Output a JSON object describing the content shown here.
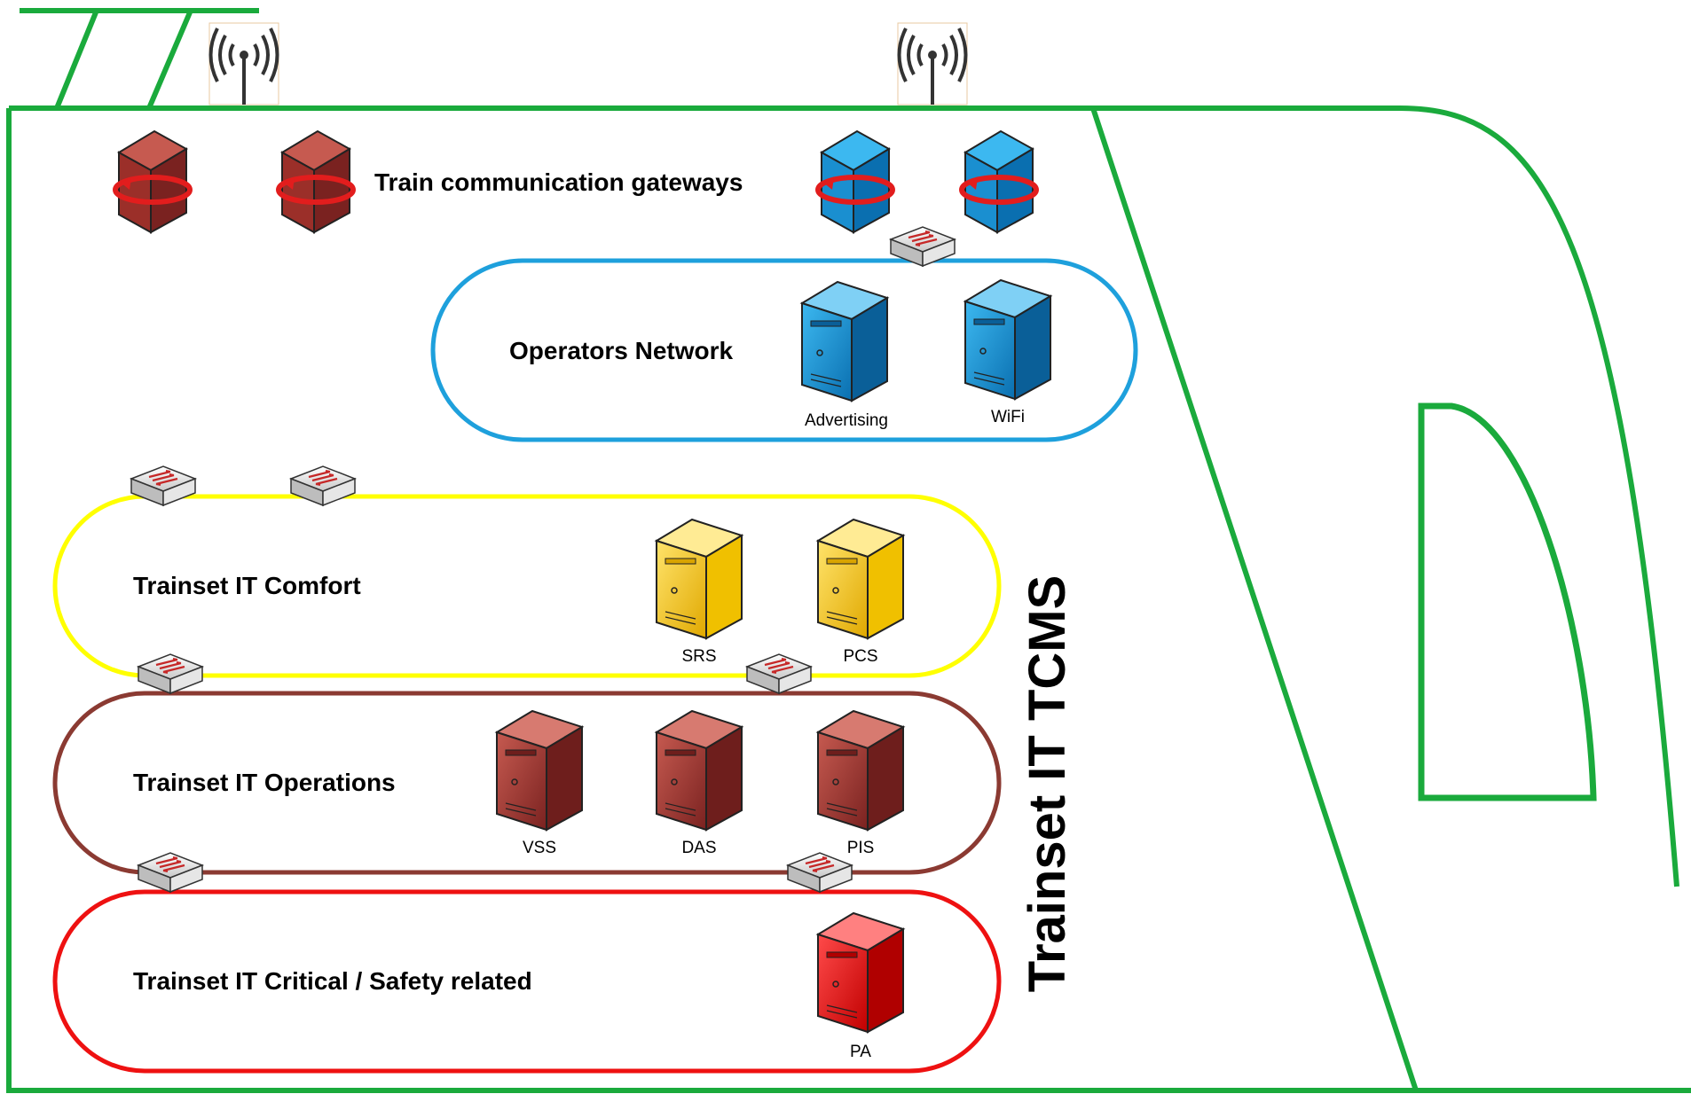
{
  "diagram": {
    "vertical_title": "Trainset IT TCMS",
    "gateways_label": "Train communication gateways",
    "networks": [
      {
        "id": "operators",
        "label": "Operators Network",
        "color": "#1ea0dc"
      },
      {
        "id": "comfort",
        "label": "Trainset IT Comfort",
        "color": "#ffff00"
      },
      {
        "id": "operations",
        "label": "Trainset IT Operations",
        "color": "#8b3a32"
      },
      {
        "id": "critical",
        "label": "Trainset IT Critical / Safety related",
        "color": "#ee1111"
      }
    ],
    "servers": {
      "operators": [
        "Advertising",
        "WiFi"
      ],
      "comfort": [
        "SRS",
        "PCS"
      ],
      "operations": [
        "VSS",
        "DAS",
        "PIS"
      ],
      "critical": [
        "PA"
      ]
    },
    "train_outline_color": "#1aaa3c",
    "icons": [
      "antenna-icon",
      "gateway-server-icon",
      "network-switch-icon",
      "server-tower-icon"
    ]
  }
}
